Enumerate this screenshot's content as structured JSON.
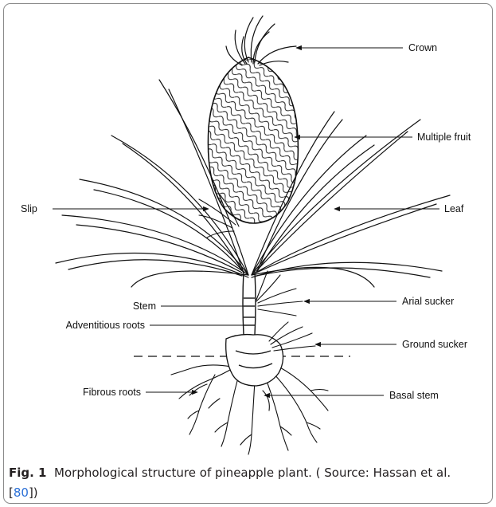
{
  "diagram": {
    "labels": {
      "crown": "Crown",
      "multiple_fruit": "Multiple fruit",
      "leaf": "Leaf",
      "slip": "Slip",
      "arial_sucker": "Arial sucker",
      "stem": "Stem",
      "adventitious_roots": "Adventitious roots",
      "ground_sucker": "Ground sucker",
      "fibrous_roots": "Fibrous roots",
      "basal_stem": "Basal stem"
    }
  },
  "caption": {
    "figure_label": "Fig. 1",
    "text_before_ref": "Morphological structure of pineapple plant. ( Source: Hassan et al. [",
    "reference": "80",
    "text_after_ref": "])"
  },
  "colors": {
    "ink": "#111111",
    "reference_link": "#2a6fd6",
    "frame": "#8a8a8a"
  }
}
